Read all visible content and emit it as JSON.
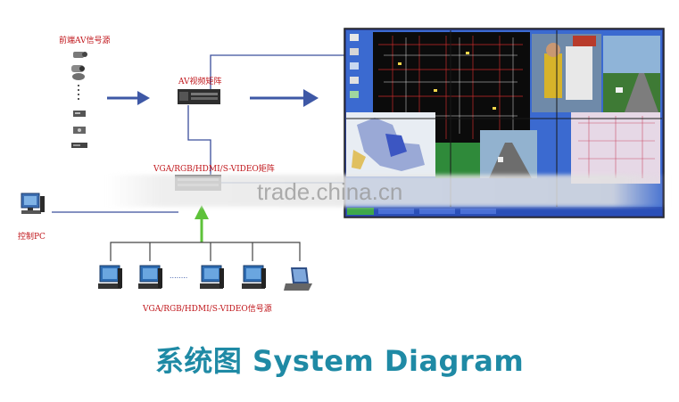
{
  "labels": {
    "front_sources": "前端AV信号源",
    "av_matrix": "AV视频矩阵",
    "vga_matrix": "VGA/RGB/HDMI/S-VIDEO矩阵",
    "control_pc": "控制PC",
    "vga_sources": "VGA/RGB/HDMI/S-VIDEO信号源",
    "dots": "........"
  },
  "watermark": "trade.china.cn",
  "title": "系统图  System Diagram",
  "colors": {
    "arrow_blue": "#3e58a6",
    "line_blue": "#3b4f9c",
    "green_arrow": "#5ec23a",
    "label_red": "#c0161b",
    "title_teal": "#1f8aa5"
  }
}
